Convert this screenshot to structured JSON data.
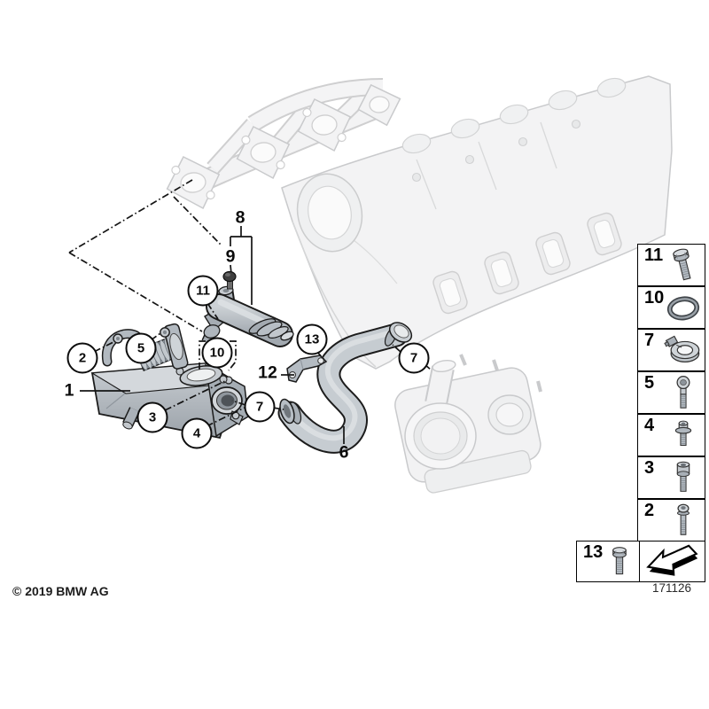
{
  "page": {
    "background": "#ffffff"
  },
  "footer": {
    "copyright": "© 2019 BMW AG",
    "diagram_number": "171126"
  },
  "callouts": {
    "c1": "1",
    "c2": "2",
    "c3": "3",
    "c4": "4",
    "c5": "5",
    "c6": "6",
    "c7a": "7",
    "c7b": "7",
    "c8": "8",
    "c9": "9",
    "c10": "10",
    "c11": "11",
    "c12": "12",
    "c13": "13"
  },
  "legend": {
    "column_items": [
      {
        "label": "11",
        "part_icon": "hex-flange-bolt-icon"
      },
      {
        "label": "10",
        "part_icon": "o-ring-icon"
      },
      {
        "label": "7",
        "part_icon": "hose-clamp-icon"
      },
      {
        "label": "5",
        "part_icon": "pan-head-screw-icon"
      },
      {
        "label": "4",
        "part_icon": "flange-head-screw-icon"
      },
      {
        "label": "3",
        "part_icon": "socket-head-screw-icon"
      },
      {
        "label": "2",
        "part_icon": "socket-head-bolt-icon"
      }
    ],
    "bottom_item": {
      "label": "13",
      "part_icon": "hex-bolt-icon"
    },
    "direction_arrow_icon": "view-direction-arrow-icon"
  },
  "colors": {
    "outline": "#1a1a1a",
    "part_gray": "#b7bec5",
    "ghost_gray": "#e9eaeb",
    "callout_border": "#0d0d0d"
  }
}
